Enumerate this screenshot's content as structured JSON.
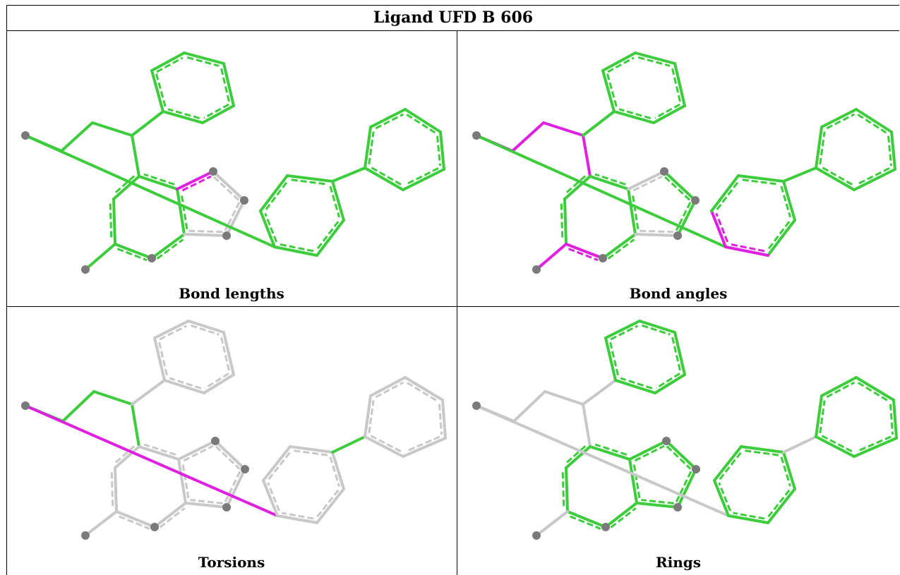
{
  "title": "Ligand UFD B 606",
  "panels": [
    {
      "caption": "Bond lengths"
    },
    {
      "caption": "Bond angles"
    },
    {
      "caption": "Torsions"
    },
    {
      "caption": "Rings"
    }
  ],
  "colors": {
    "green": "#3ccc3c",
    "magenta": "#e020e0",
    "gray": "#c8c8c8",
    "atom": "#7a7a7a"
  }
}
